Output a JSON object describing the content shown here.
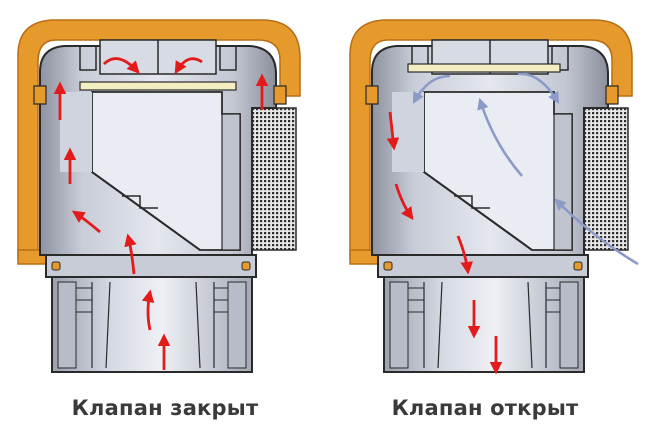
{
  "captions": {
    "closed": "Клапан закрыт",
    "open": "Клапан открыт"
  },
  "colors": {
    "housing_orange": "#E79A2C",
    "housing_edge": "#B86E14",
    "body_light": "#D9DDE6",
    "body_shade": "#A9AEBB",
    "body_dark": "#6E7380",
    "outline": "#2A2A2A",
    "membrane": "#F3EDC2",
    "flow_red": "#E21B1B",
    "air_blue": "#8C9AC8",
    "grid_dark": "#3A3A3A"
  },
  "icons": [
    "flow-arrow-red",
    "air-arrow-blue",
    "mesh-grille"
  ]
}
